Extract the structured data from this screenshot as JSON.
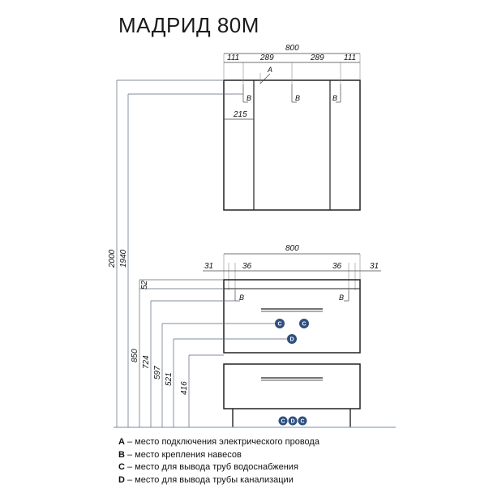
{
  "title": "МАДРИД 80М",
  "dimensions": {
    "cabinet_width": "800",
    "cabinet_left_side": "111",
    "cabinet_left_mid": "289",
    "cabinet_right_mid": "289",
    "cabinet_right_side": "111",
    "cabinet_215": "215",
    "vanity_width": "800",
    "vanity_left_31": "31",
    "vanity_left_36": "36",
    "vanity_right_36": "36",
    "vanity_right_31": "31",
    "h_2000": "2000",
    "h_1940": "1940",
    "h_52": "52",
    "h_850": "850",
    "h_724": "724",
    "h_597": "597",
    "h_521": "521",
    "h_416": "416"
  },
  "markers": {
    "A": "A",
    "B": "B",
    "C": "C",
    "D": "D"
  },
  "legend": [
    {
      "key": "A",
      "text": " – место подключения электрического провода"
    },
    {
      "key": "B",
      "text": " – место крепления навесов"
    },
    {
      "key": "C",
      "text": " – место для вывода труб водоснабжения"
    },
    {
      "key": "D",
      "text": " – место для вывода трубы канализации"
    }
  ],
  "colors": {
    "line": "#222222",
    "dimension": "#5a6577",
    "marker_fill": "#2f4f7f",
    "floor": "#8fa3c0"
  }
}
